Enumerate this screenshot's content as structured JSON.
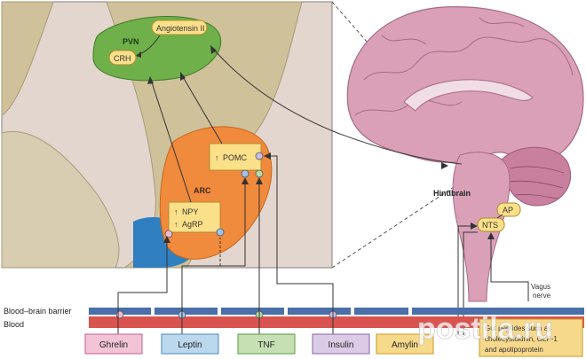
{
  "labels": {
    "pvn": "PVN",
    "angiotensin": "Angiotensin II",
    "crh": "CRH",
    "arc": "ARC",
    "pomc": "POMC",
    "npy": "NPY",
    "agrp": "AgRP",
    "hindbrain": "Hindbrain",
    "ap": "AP",
    "nts": "NTS",
    "vagus": "Vagus",
    "nerve": "nerve",
    "bbb": "Blood–brain barrier",
    "blood": "Blood",
    "up_arrow": "↑"
  },
  "signals": [
    {
      "id": "ghrelin",
      "label": "Ghrelin",
      "fill": "#f2c4d6",
      "stroke": "#c06090"
    },
    {
      "id": "leptin",
      "label": "Leptin",
      "fill": "#bcd8ee",
      "stroke": "#4a88bb"
    },
    {
      "id": "tnf",
      "label": "TNF",
      "fill": "#c6e0b4",
      "stroke": "#5a9a45"
    },
    {
      "id": "insulin",
      "label": "Insulin",
      "fill": "#dccbe6",
      "stroke": "#8a64a8"
    },
    {
      "id": "amylin",
      "label": "Amylin",
      "fill": "#f7d98c",
      "stroke": "#c89a20"
    }
  ],
  "gut_peptides": {
    "line1": "Gut peptides such as",
    "line2": "cholecystokinin, GLP-1",
    "line3": "and apolipoprotein"
  },
  "watermark": "postila.ru",
  "colors": {
    "bg_panel": "#e3d6cf",
    "arc_orange": "#f08a3c",
    "pvn_green": "#6fb04a",
    "box_yellow": "#fbe08a",
    "brain_pink": "#d9a0b8",
    "vessel_red": "#d9534f",
    "barrier_blue": "#4b6fa8"
  }
}
